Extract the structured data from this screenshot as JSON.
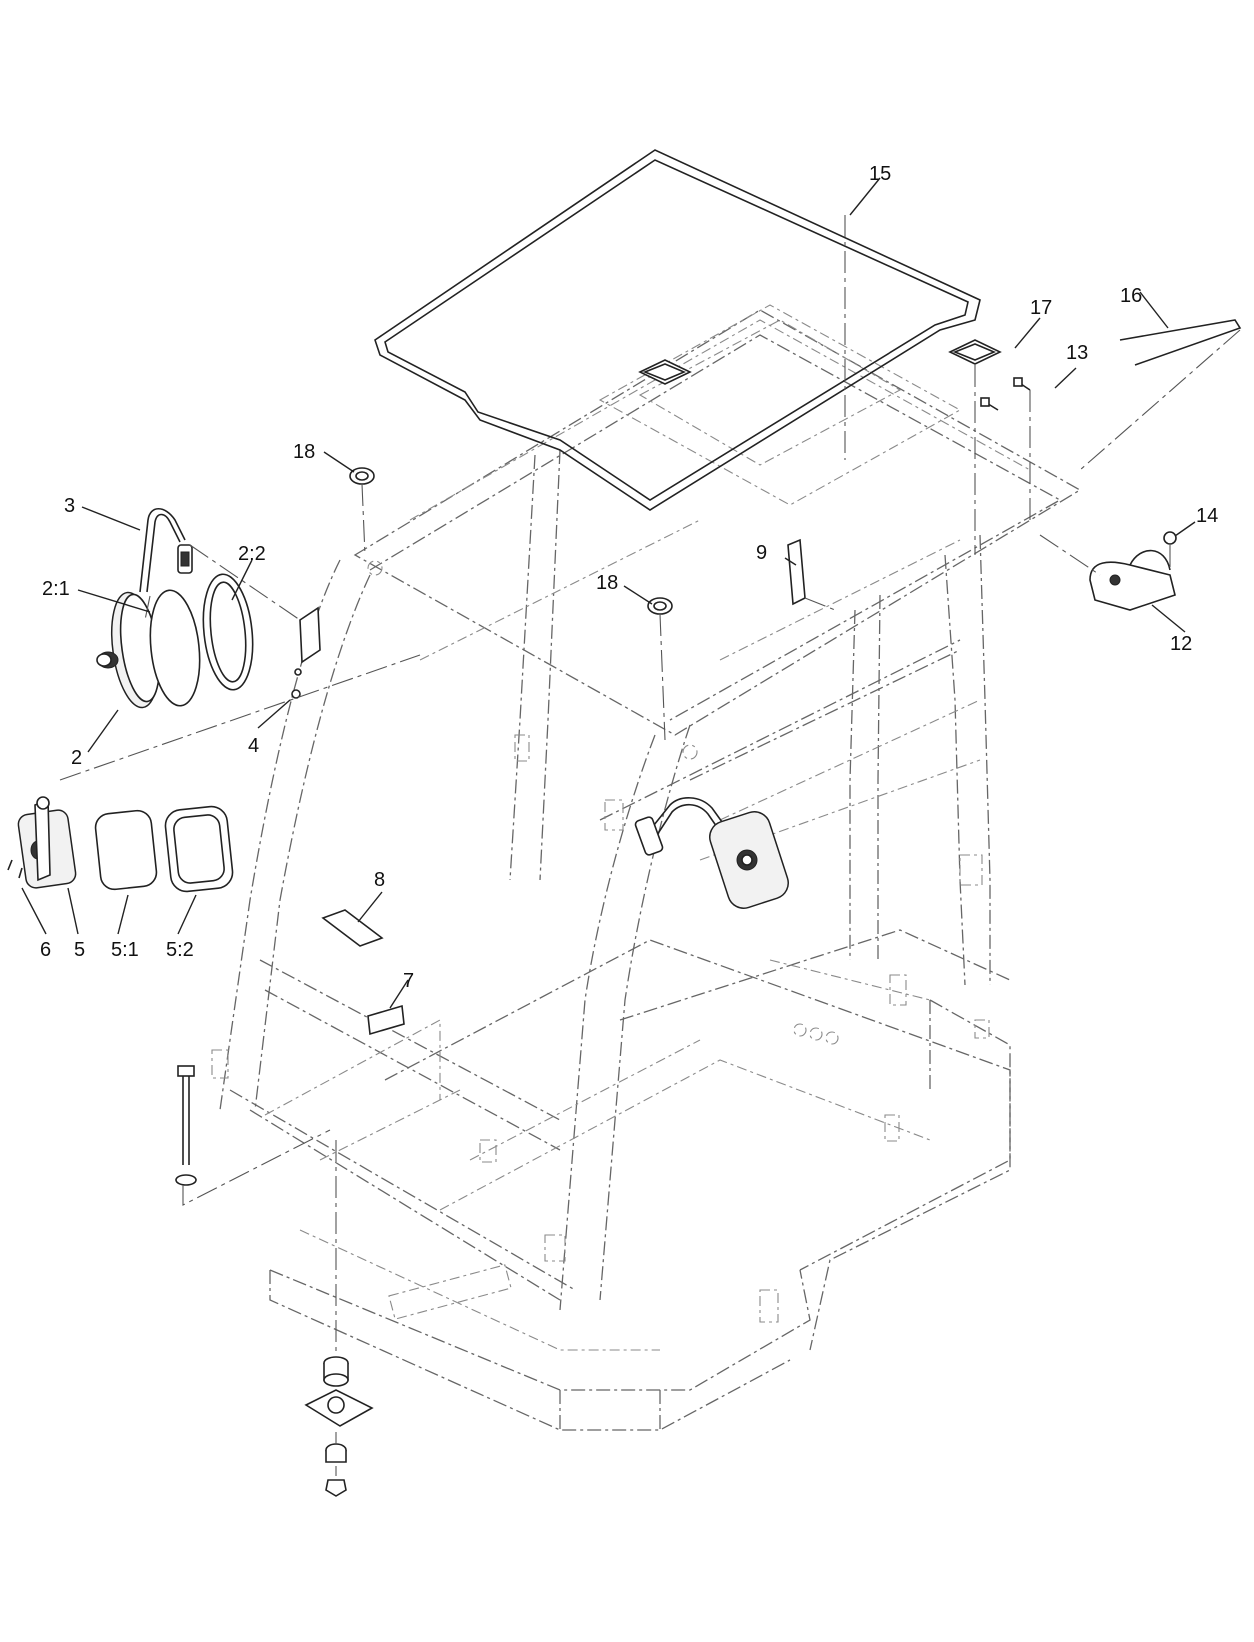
{
  "diagram": {
    "callouts": [
      {
        "id": "c15",
        "text": "15"
      },
      {
        "id": "c17",
        "text": "17"
      },
      {
        "id": "c16",
        "text": "16"
      },
      {
        "id": "c13",
        "text": "13"
      },
      {
        "id": "c14",
        "text": "14"
      },
      {
        "id": "c12",
        "text": "12"
      },
      {
        "id": "c18a",
        "text": "18"
      },
      {
        "id": "c18b",
        "text": "18"
      },
      {
        "id": "c9",
        "text": "9"
      },
      {
        "id": "c3",
        "text": "3"
      },
      {
        "id": "c2_2",
        "text": "2:2"
      },
      {
        "id": "c2_1",
        "text": "2:1"
      },
      {
        "id": "c2",
        "text": "2"
      },
      {
        "id": "c4",
        "text": "4"
      },
      {
        "id": "c8",
        "text": "8"
      },
      {
        "id": "c7",
        "text": "7"
      },
      {
        "id": "c6",
        "text": "6"
      },
      {
        "id": "c5",
        "text": "5"
      },
      {
        "id": "c5_1",
        "text": "5:1"
      },
      {
        "id": "c5_2",
        "text": "5:2"
      }
    ]
  }
}
